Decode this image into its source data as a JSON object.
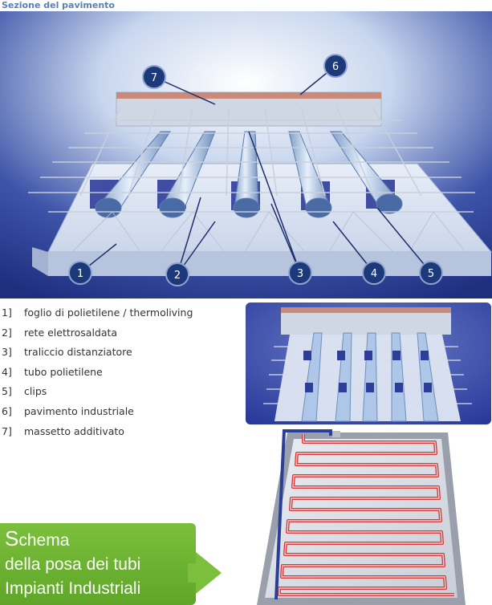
{
  "section_title": "Sezione del pavimento",
  "callouts": [
    "1",
    "2",
    "3",
    "4",
    "5",
    "6",
    "7"
  ],
  "legend": [
    {
      "num": "1]",
      "text": "foglio di polietilene / thermoliving"
    },
    {
      "num": "2]",
      "text": "rete elettrosaldata"
    },
    {
      "num": "3]",
      "text": "traliccio distanziatore"
    },
    {
      "num": "4]",
      "text": "tubo polietilene"
    },
    {
      "num": "5]",
      "text": "clips"
    },
    {
      "num": "6]",
      "text": "pavimento industriale"
    },
    {
      "num": "7]",
      "text": "massetto additivato"
    }
  ],
  "cta": {
    "first_letter": "S",
    "line1_rest": "chema",
    "line2": "della posa dei tubi",
    "line3": "Impianti Industriali"
  },
  "colors": {
    "accent_green": "#6db33f",
    "panel_blue": "#2b3f96",
    "callout_blue": "#1c3a7a",
    "pipe_red": "#d83a3a",
    "title_blue": "#5a7fb0"
  }
}
